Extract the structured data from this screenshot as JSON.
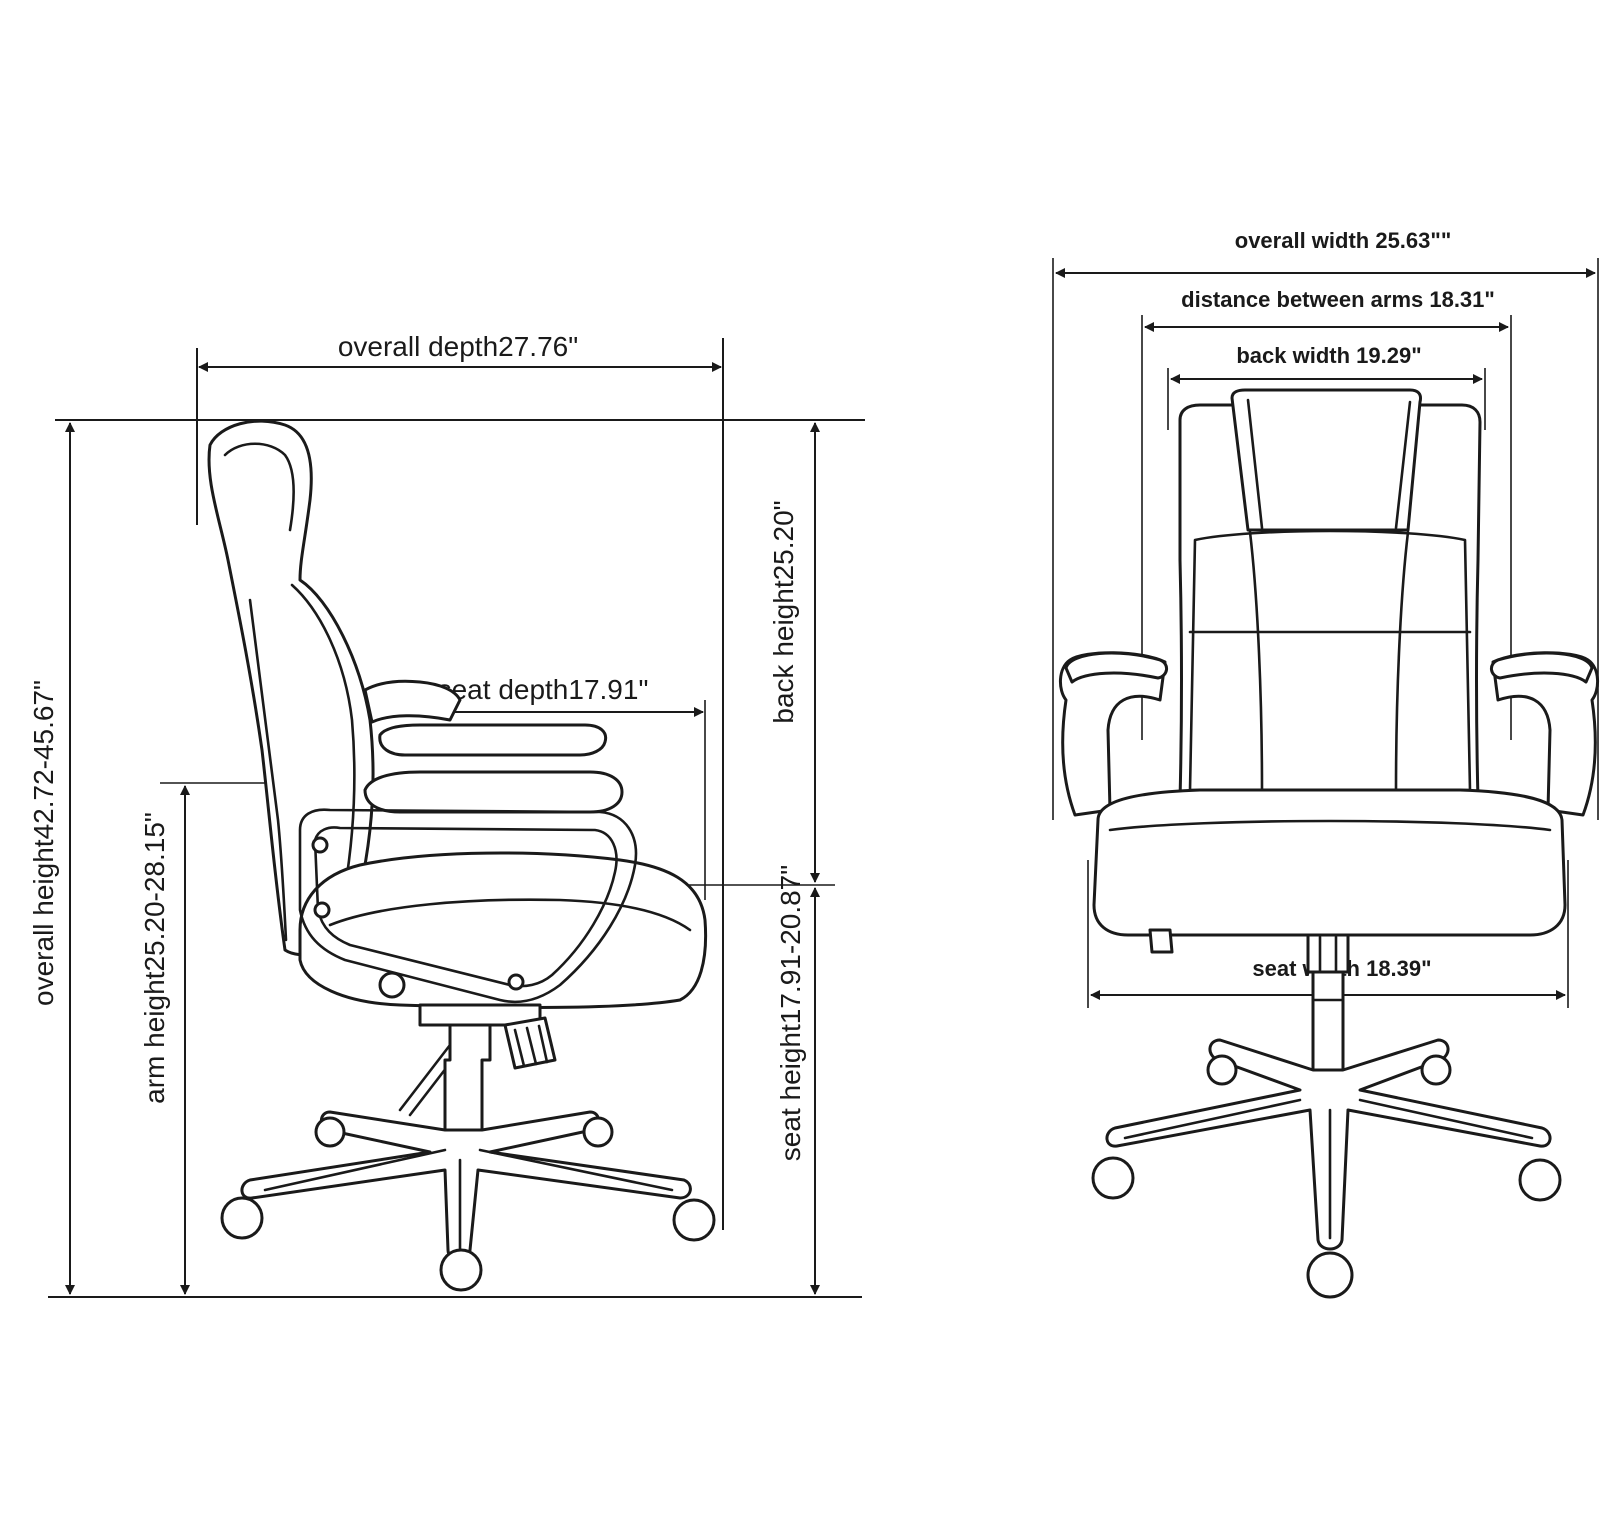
{
  "side_view": {
    "overall_depth": "overall depth27.76\"",
    "overall_height": "overall height42.72-45.67\"",
    "arm_height": "arm height25.20-28.15\"",
    "seat_depth": "seat depth17.91\"",
    "back_height": "back height25.20\"",
    "seat_height": "seat height17.91-20.87\""
  },
  "front_view": {
    "overall_width": "overall width 25.63\"\"",
    "distance_between_arms": "distance between arms 18.31\"",
    "back_width": "back width 19.29\"",
    "seat_width": "seat width 18.39\""
  }
}
